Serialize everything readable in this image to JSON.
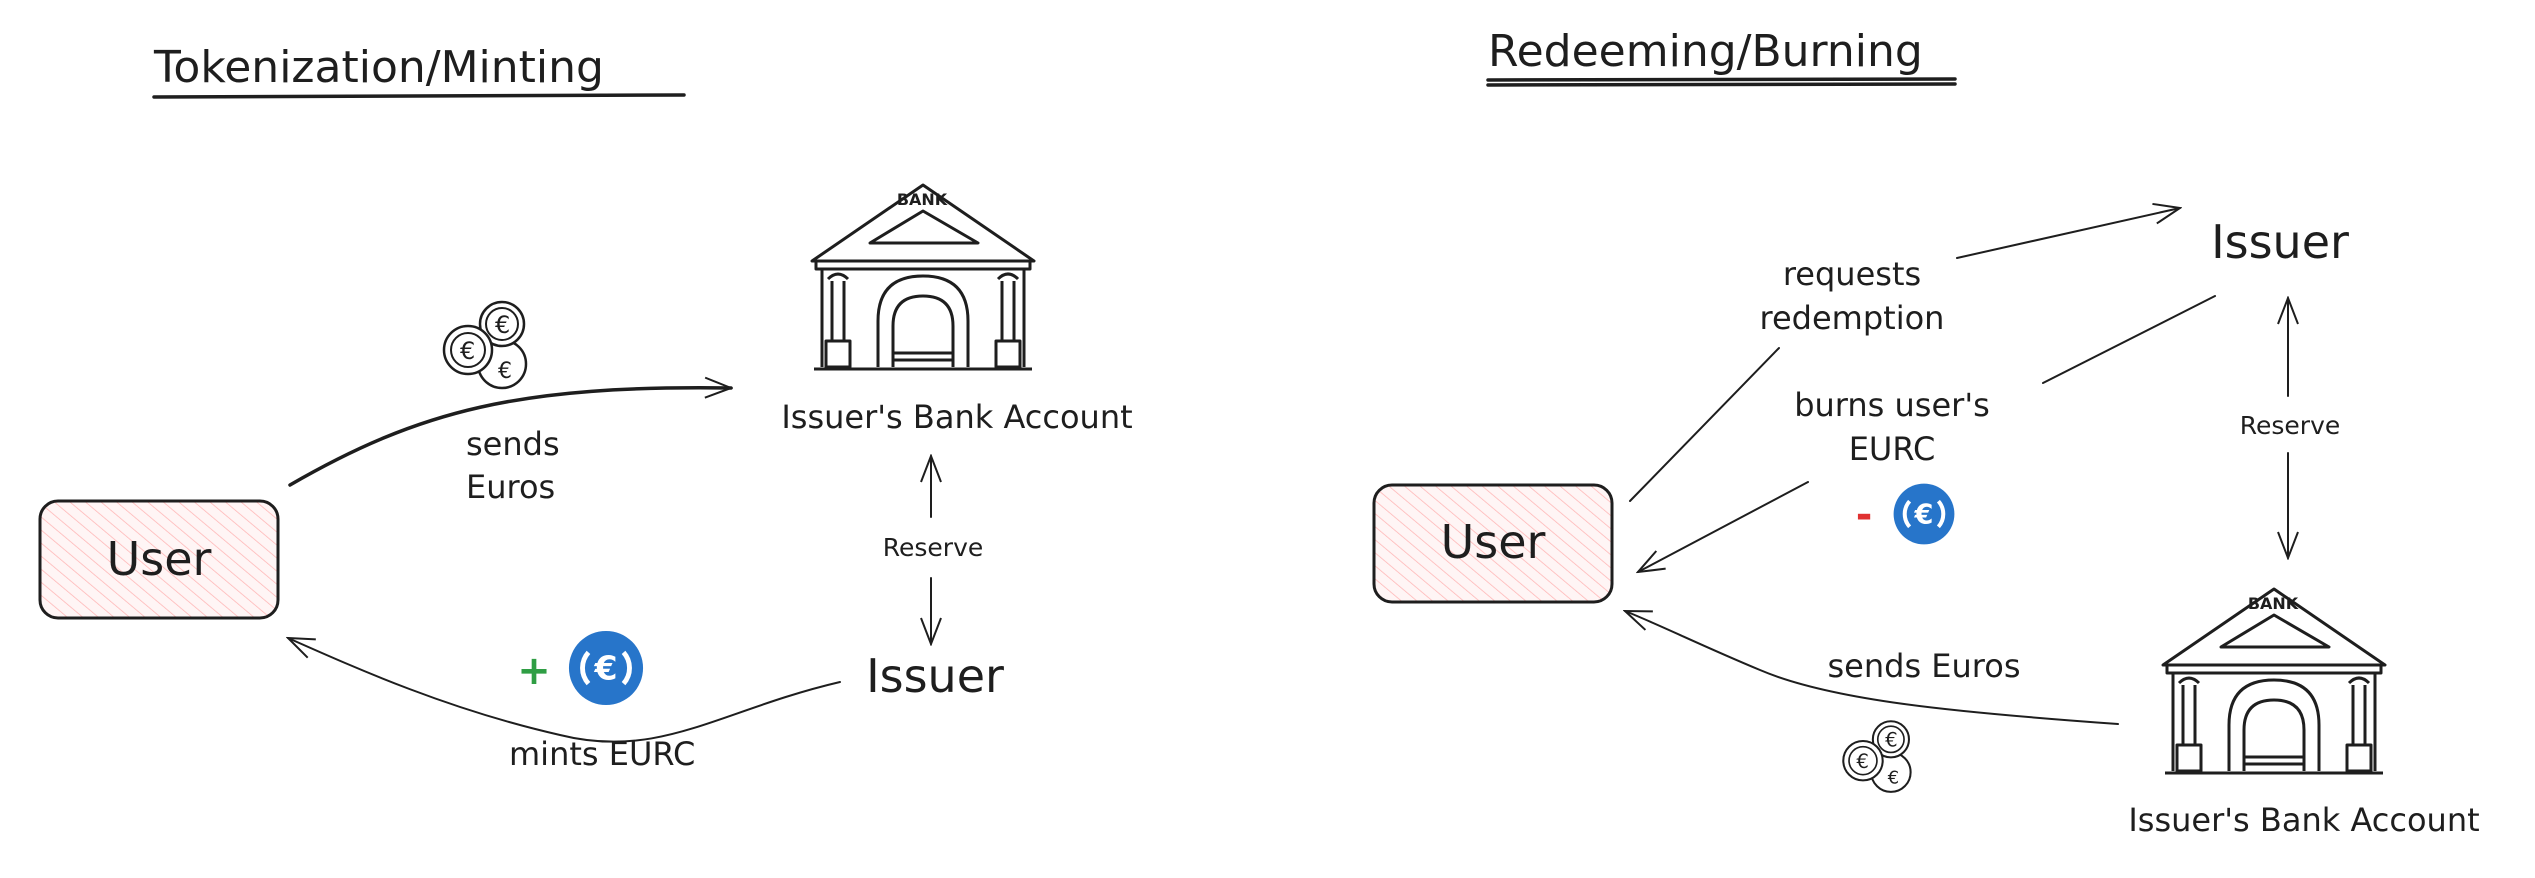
{
  "left": {
    "title": "Tokenization/Minting",
    "user": "User",
    "bank_account": "Issuer's Bank Account",
    "bank_label": "BANK",
    "issuer": "Issuer",
    "sends_line1": "sends",
    "sends_line2": "Euros",
    "reserve": "Reserve",
    "mints": "mints EURC",
    "sign": "+"
  },
  "right": {
    "title": "Redeeming/Burning",
    "user": "User",
    "issuer": "Issuer",
    "requests_line1": "requests",
    "requests_line2": "redemption",
    "burns_line1": "burns user's",
    "burns_line2": "EURC",
    "reserve": "Reserve",
    "sends": "sends Euros",
    "bank_account": "Issuer's Bank Account",
    "bank_label": "BANK",
    "sign": "-"
  },
  "colors": {
    "eurc_blue": "#2775ca",
    "plus_green": "#2f9e44",
    "minus_red": "#e03131",
    "user_fill": "#ffc9c9"
  }
}
